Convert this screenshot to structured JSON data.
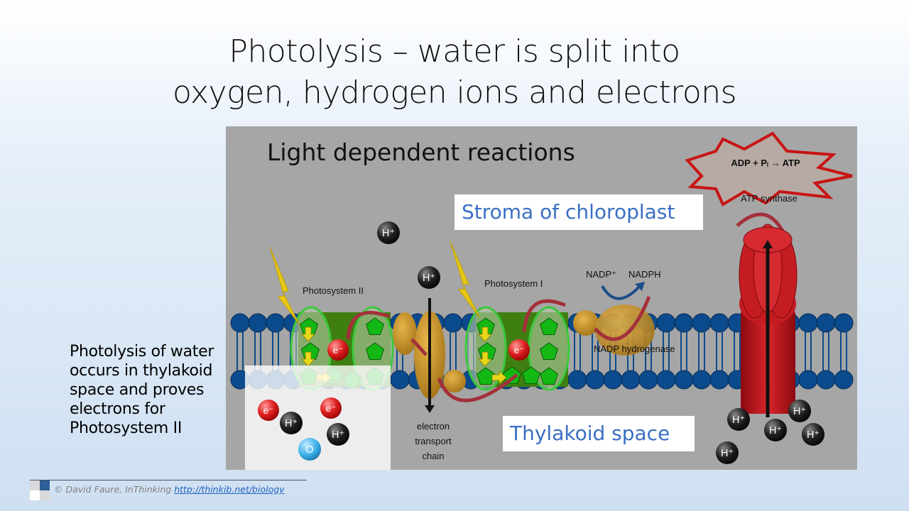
{
  "slide": {
    "title_line1": "Photolysis – water is split into",
    "title_line2": "oxygen, hydrogen ions and electrons",
    "side_text": "Photolysis of water occurs in thylakoid space and proves electrons for Photosystem II"
  },
  "diagram": {
    "heading": "Light dependent reactions",
    "atp_equation": "ADP + Pᵢ → ATP",
    "atp_synthase": "ATP synthase",
    "stroma_label": "Stroma of chloroplast",
    "thylakoid_label": "Thylakoid space",
    "photosystem2": "Photosystem II",
    "photosystem1": "Photosystem I",
    "nadp_plus": "NADP⁺",
    "nadph": "NADPH",
    "nadp_hydrogenase": "NADP hydrogenase",
    "etc_line1": "electron",
    "etc_line2": "transport",
    "etc_line3": "chain",
    "h_ion": "H⁺",
    "electron": "e⁻",
    "oxygen": "O"
  },
  "footer": {
    "credit": "© David Faure, InThinking ",
    "link": "http://thinkib.net/biology"
  },
  "colors": {
    "accent_blue": "#3a6fc4",
    "membrane_head": "#0b4a8c",
    "protein_green": "#3f8f1f",
    "atp_red": "#c0161c",
    "carrier_orange": "#c9952a"
  }
}
